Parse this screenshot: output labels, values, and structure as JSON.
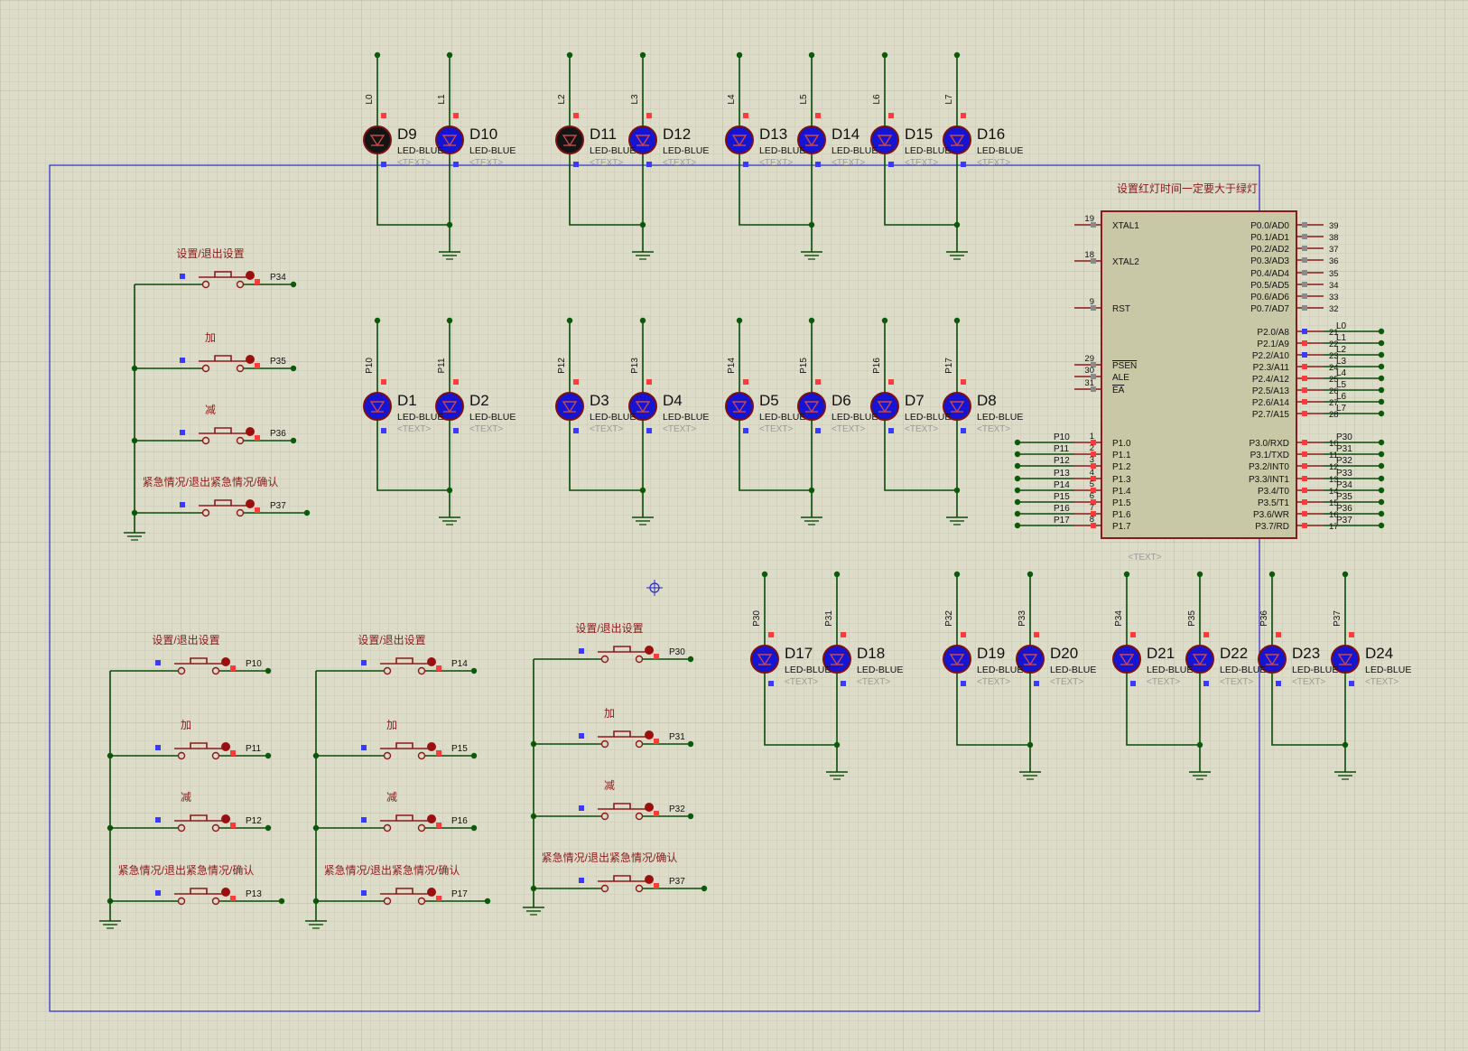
{
  "colors": {
    "background": "#dcdcc8",
    "grid": "#c6c6b2",
    "border": "#2828c8",
    "wire": "#0a4a0a",
    "junction": "#0a5a0a",
    "component": "#8b1a1a",
    "label": "#8b1a1a",
    "led_blue": "#1414d2",
    "led_off": "#141414",
    "mcu_body": "#c8c8a6",
    "pin_red": "#ff3a3a",
    "pin_blue": "#3a3aff",
    "pin_gray": "#8a8a8a",
    "text_gray": "#9a9a9a"
  },
  "top_leds": [
    {
      "ref": "D9",
      "type": "LED-BLUE",
      "value": "<TEXT>",
      "net": "L0",
      "state": "off"
    },
    {
      "ref": "D10",
      "type": "LED-BLUE",
      "value": "<TEXT>",
      "net": "L1",
      "state": "blue"
    },
    {
      "ref": "D11",
      "type": "LED-BLUE",
      "value": "<TEXT>",
      "net": "L2",
      "state": "off"
    },
    {
      "ref": "D12",
      "type": "LED-BLUE",
      "value": "<TEXT>",
      "net": "L3",
      "state": "blue"
    },
    {
      "ref": "D13",
      "type": "LED-BLUE",
      "value": "<TEXT>",
      "net": "L4",
      "state": "blue"
    },
    {
      "ref": "D14",
      "type": "LED-BLUE",
      "value": "<TEXT>",
      "net": "L5",
      "state": "blue"
    },
    {
      "ref": "D15",
      "type": "LED-BLUE",
      "value": "<TEXT>",
      "net": "L6",
      "state": "blue"
    },
    {
      "ref": "D16",
      "type": "LED-BLUE",
      "value": "<TEXT>",
      "net": "L7",
      "state": "blue"
    }
  ],
  "mid_leds": [
    {
      "ref": "D1",
      "type": "LED-BLUE",
      "value": "<TEXT>",
      "net": "P10",
      "state": "blue"
    },
    {
      "ref": "D2",
      "type": "LED-BLUE",
      "value": "<TEXT>",
      "net": "P11",
      "state": "blue"
    },
    {
      "ref": "D3",
      "type": "LED-BLUE",
      "value": "<TEXT>",
      "net": "P12",
      "state": "blue"
    },
    {
      "ref": "D4",
      "type": "LED-BLUE",
      "value": "<TEXT>",
      "net": "P13",
      "state": "blue"
    },
    {
      "ref": "D5",
      "type": "LED-BLUE",
      "value": "<TEXT>",
      "net": "P14",
      "state": "blue"
    },
    {
      "ref": "D6",
      "type": "LED-BLUE",
      "value": "<TEXT>",
      "net": "P15",
      "state": "blue"
    },
    {
      "ref": "D7",
      "type": "LED-BLUE",
      "value": "<TEXT>",
      "net": "P16",
      "state": "blue"
    },
    {
      "ref": "D8",
      "type": "LED-BLUE",
      "value": "<TEXT>",
      "net": "P17",
      "state": "blue"
    }
  ],
  "bottom_leds": [
    {
      "ref": "D17",
      "type": "LED-BLUE",
      "value": "<TEXT>",
      "net": "P30",
      "state": "blue"
    },
    {
      "ref": "D18",
      "type": "LED-BLUE",
      "value": "<TEXT>",
      "net": "P31",
      "state": "blue"
    },
    {
      "ref": "D19",
      "type": "LED-BLUE",
      "value": "<TEXT>",
      "net": "P32",
      "state": "blue"
    },
    {
      "ref": "D20",
      "type": "LED-BLUE",
      "value": "<TEXT>",
      "net": "P33",
      "state": "blue"
    },
    {
      "ref": "D21",
      "type": "LED-BLUE",
      "value": "<TEXT>",
      "net": "P34",
      "state": "blue"
    },
    {
      "ref": "D22",
      "type": "LED-BLUE",
      "value": "<TEXT>",
      "net": "P35",
      "state": "blue"
    },
    {
      "ref": "D23",
      "type": "LED-BLUE",
      "value": "<TEXT>",
      "net": "P36",
      "state": "blue"
    },
    {
      "ref": "D24",
      "type": "LED-BLUE",
      "value": "<TEXT>",
      "net": "P37",
      "state": "blue"
    }
  ],
  "button_groups": [
    {
      "buttons": [
        {
          "label": "设置/退出设置",
          "net": "P34"
        },
        {
          "label": "加",
          "net": "P35"
        },
        {
          "label": "减",
          "net": "P36"
        },
        {
          "label": "紧急情况/退出紧急情况/确认",
          "net": "P37"
        }
      ]
    },
    {
      "buttons": [
        {
          "label": "设置/退出设置",
          "net": "P10"
        },
        {
          "label": "加",
          "net": "P11"
        },
        {
          "label": "减",
          "net": "P12"
        },
        {
          "label": "紧急情况/退出紧急情况/确认",
          "net": "P13"
        }
      ]
    },
    {
      "buttons": [
        {
          "label": "设置/退出设置",
          "net": "P14"
        },
        {
          "label": "加",
          "net": "P15"
        },
        {
          "label": "减",
          "net": "P16"
        },
        {
          "label": "紧急情况/退出紧急情况/确认",
          "net": "P17"
        }
      ]
    },
    {
      "buttons": [
        {
          "label": "设置/退出设置",
          "net": "P30"
        },
        {
          "label": "加",
          "net": "P31"
        },
        {
          "label": "减",
          "net": "P32"
        },
        {
          "label": "紧急情况/退出紧急情况/确认",
          "net": "P37"
        }
      ]
    }
  ],
  "mcu": {
    "note": "设置红灯时间一定要大于绿灯",
    "text": "<TEXT>",
    "left_pins": [
      {
        "num": "19",
        "name": "XTAL1",
        "overline": false
      },
      {
        "num": "18",
        "name": "XTAL2",
        "overline": false
      },
      {
        "num": "9",
        "name": "RST",
        "overline": false
      },
      {
        "num": "29",
        "name": "PSEN",
        "overline": true
      },
      {
        "num": "30",
        "name": "ALE",
        "overline": false
      },
      {
        "num": "31",
        "name": "EA",
        "overline": true
      },
      {
        "num": "1",
        "name": "P1.0",
        "overline": false,
        "net": "P10"
      },
      {
        "num": "2",
        "name": "P1.1",
        "overline": false,
        "net": "P11"
      },
      {
        "num": "3",
        "name": "P1.2",
        "overline": false,
        "net": "P12"
      },
      {
        "num": "4",
        "name": "P1.3",
        "overline": false,
        "net": "P13"
      },
      {
        "num": "5",
        "name": "P1.4",
        "overline": false,
        "net": "P14"
      },
      {
        "num": "6",
        "name": "P1.5",
        "overline": false,
        "net": "P15"
      },
      {
        "num": "7",
        "name": "P1.6",
        "overline": false,
        "net": "P16"
      },
      {
        "num": "8",
        "name": "P1.7",
        "overline": false,
        "net": "P17"
      }
    ],
    "right_pins": [
      {
        "num": "39",
        "name": "P0.0/AD0"
      },
      {
        "num": "38",
        "name": "P0.1/AD1"
      },
      {
        "num": "37",
        "name": "P0.2/AD2"
      },
      {
        "num": "36",
        "name": "P0.3/AD3"
      },
      {
        "num": "35",
        "name": "P0.4/AD4"
      },
      {
        "num": "34",
        "name": "P0.5/AD5"
      },
      {
        "num": "33",
        "name": "P0.6/AD6"
      },
      {
        "num": "32",
        "name": "P0.7/AD7"
      },
      {
        "num": "21",
        "name": "P2.0/A8",
        "net": "L0"
      },
      {
        "num": "22",
        "name": "P2.1/A9",
        "net": "L1"
      },
      {
        "num": "23",
        "name": "P2.2/A10",
        "net": "L2"
      },
      {
        "num": "24",
        "name": "P2.3/A11",
        "net": "L3"
      },
      {
        "num": "25",
        "name": "P2.4/A12",
        "net": "L4"
      },
      {
        "num": "26",
        "name": "P2.5/A13",
        "net": "L5"
      },
      {
        "num": "27",
        "name": "P2.6/A14",
        "net": "L6"
      },
      {
        "num": "28",
        "name": "P2.7/A15",
        "net": "L7"
      },
      {
        "num": "10",
        "name": "P3.0/RXD",
        "net": "P30"
      },
      {
        "num": "11",
        "name": "P3.1/TXD",
        "net": "P31"
      },
      {
        "num": "12",
        "name": "P3.2/INT0",
        "net": "P32",
        "overline_part": "INT0"
      },
      {
        "num": "13",
        "name": "P3.3/INT1",
        "net": "P33",
        "overline_part": "INT1"
      },
      {
        "num": "14",
        "name": "P3.4/T0",
        "net": "P34"
      },
      {
        "num": "15",
        "name": "P3.5/T1",
        "net": "P35"
      },
      {
        "num": "16",
        "name": "P3.6/WR",
        "net": "P36",
        "overline_part": "WR"
      },
      {
        "num": "17",
        "name": "P3.7/RD",
        "net": "P37",
        "overline_part": "RD"
      }
    ]
  }
}
